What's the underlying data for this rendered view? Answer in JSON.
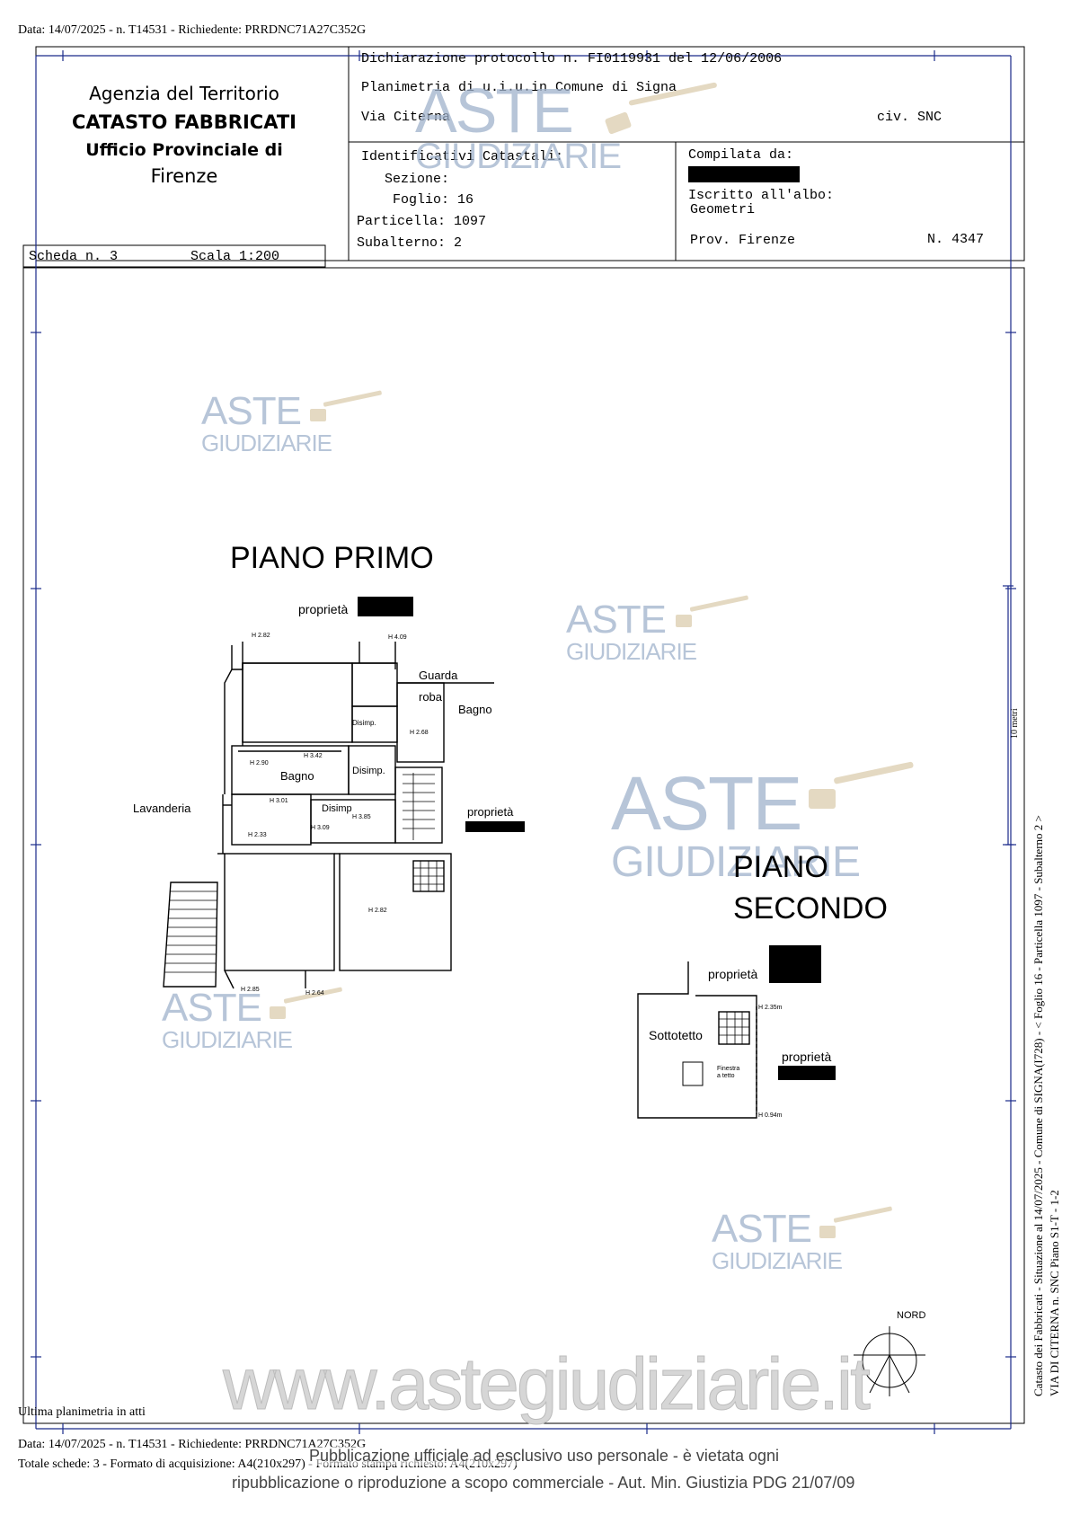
{
  "header": {
    "top_meta": "Data: 14/07/2025 - n. T14531 - Richiedente: PRRDNC71A27C352G"
  },
  "agency": {
    "line1": "Agenzia del Territorio",
    "line2": "CATASTO FABBRICATI",
    "line3": "Ufficio Provinciale di",
    "line4": "Firenze"
  },
  "declaration": {
    "protocol": "Dichiarazione protocollo n. FI0119931 del 12/06/2006",
    "planimetry": "Planimetria di u.i.u.in Comune di Signa",
    "street": "Via Citerna",
    "civ": "civ. SNC"
  },
  "identifiers": {
    "title": "Identificativi Catastali:",
    "sezione": "Sezione:",
    "foglio": "Foglio: 16",
    "particella": "Particella: 1097",
    "subalterno": "Subalterno: 2"
  },
  "compiler": {
    "compilata": "Compilata da:",
    "iscritto": "Iscritto all'albo:",
    "albo": "Geometri",
    "prov": "Prov. Firenze",
    "numero": "N. 4347"
  },
  "scheda": {
    "numero": "Scheda n. 3",
    "scala": "Scala 1:200"
  },
  "watermark": {
    "aste": "ASTE",
    "giudiziarie": "GIUDIZIARIE",
    "site": "www.astegiudiziarie.it"
  },
  "floor1": {
    "title": "PIANO PRIMO",
    "proprieta": "proprietà",
    "rooms": {
      "guarda": "Guarda",
      "roba": "roba",
      "bagno_right": "Bagno",
      "bagno": "Bagno",
      "disimp_small": "Disimp.",
      "disimp": "Disimp.",
      "disimp2": "Disimp",
      "lavanderia": "Lavanderia",
      "proprieta_right": "proprietà"
    },
    "heights": {
      "h1": "H 2.82",
      "h2": "H 4.09",
      "h3": "H 2.68",
      "h4": "H 2.90",
      "h5": "H 3.42",
      "h6": "H 3.01",
      "h7": "H 3.85",
      "h8": "H 2.33",
      "h9": "H 3.09",
      "h10": "H 2.82",
      "h11": "H 2.85",
      "h12": "H 2.64"
    }
  },
  "floor2": {
    "title_line1": "PIANO",
    "title_line2": "SECONDO",
    "proprieta_top": "proprietà",
    "proprieta_right": "proprietà",
    "sottotetto": "Sottotetto",
    "finestra1": "Finestra",
    "finestra2": "a tetto",
    "h_top": "H 2.35m",
    "h_bottom": "H 0.94m"
  },
  "north": {
    "label": "NORD"
  },
  "side": {
    "line1": "Catasto dei Fabbricati - Situazione al 14/07/2025 - Comune di SIGNA(I728) - < Foglio 16 - Particella 1097 - Subalterno 2 >",
    "line2": "VIA DI CITERNA n. SNC Piano S1-T - 1-2",
    "scale_mark": "10 metri"
  },
  "footer": {
    "ultima": "Ultima planimetria in atti",
    "meta1": "Data: 14/07/2025 - n. T14531 - Richiedente: PRRDNC71A27C352G",
    "meta2": "Totale schede: 3 - Formato di acquisizione: A4(210x297) - Formato stampa richiesto: A4(210x297)",
    "notice1": "Pubblicazione ufficiale ad esclusivo uso personale - è vietata ogni",
    "notice2": "ripubblicazione o riproduzione a scopo commerciale - Aut. Min. Giustizia PDG 21/07/09"
  }
}
